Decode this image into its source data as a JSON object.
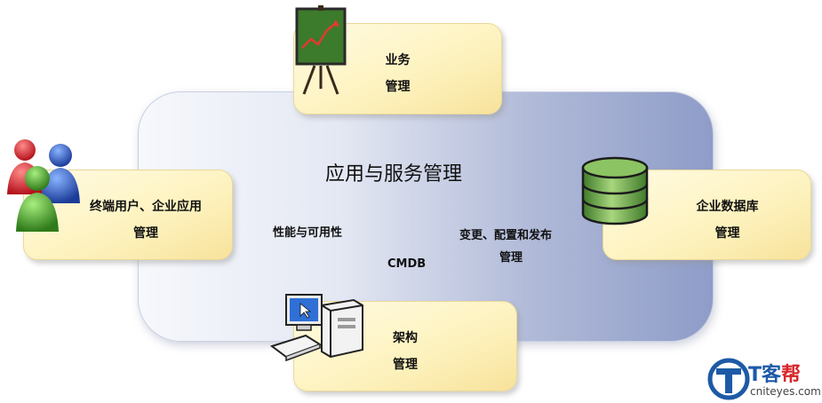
{
  "center": {
    "title": "应用与服务管理",
    "labels": {
      "performance": "性能与可用性",
      "cmdb": "CMDB",
      "change": [
        "变更、配置和发布",
        "管理"
      ]
    }
  },
  "boxes": {
    "top": {
      "lines": [
        "业务",
        "管理"
      ],
      "icon": "easel-chart-icon"
    },
    "left": {
      "lines": [
        "终端用户、企业应用",
        "管理"
      ],
      "icon": "users-group-icon"
    },
    "right": {
      "lines": [
        "企业数据库",
        "管理"
      ],
      "icon": "database-icon"
    },
    "bottom": {
      "lines": [
        "架构",
        "管理"
      ],
      "icon": "computer-icon"
    }
  },
  "watermark": {
    "brand": "T客帮",
    "url": "cniteyes.com"
  },
  "colors": {
    "box_fill": "#fdf2bd",
    "panel_left": "#f6f8fc",
    "panel_right": "#8e9cc8",
    "db_green": "#6ea84a",
    "logo_blue": "#1d5aa6",
    "logo_red": "#d7262b"
  }
}
